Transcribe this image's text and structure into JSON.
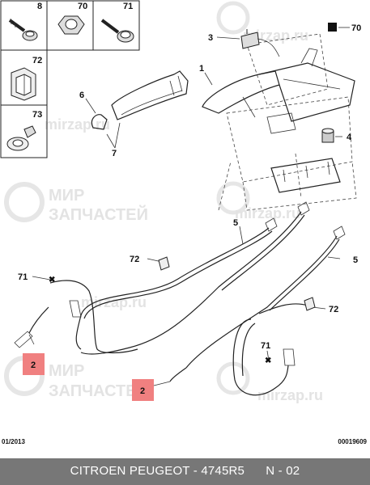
{
  "callouts": {
    "c8": "8",
    "c70_top": "70",
    "c71_top": "71",
    "c72_top": "72",
    "c73": "73",
    "c3": "3",
    "c70_right": "70",
    "c1": "1",
    "c6": "6",
    "c7": "7",
    "c4": "4",
    "c5_left": "5",
    "c5_right": "5",
    "c72_mid": "72",
    "c72_right": "72",
    "c71_left": "71",
    "c71_right": "71",
    "c2_left": "2",
    "c2_mid": "2"
  },
  "watermark": {
    "line1": "МИР",
    "line2": "ЗАПЧАСТЕЙ",
    "site": "mirzap.ru",
    "site_short": "mirzap.ru",
    "site_cut": "mirzap.ru"
  },
  "codes": {
    "date": "01/2013",
    "ref": "00019609"
  },
  "footer": {
    "text": "CITROEN PEUGEOT - 4745R5      N - 02"
  },
  "colors": {
    "highlight": "#f08080",
    "footer_bg": "#777777"
  }
}
